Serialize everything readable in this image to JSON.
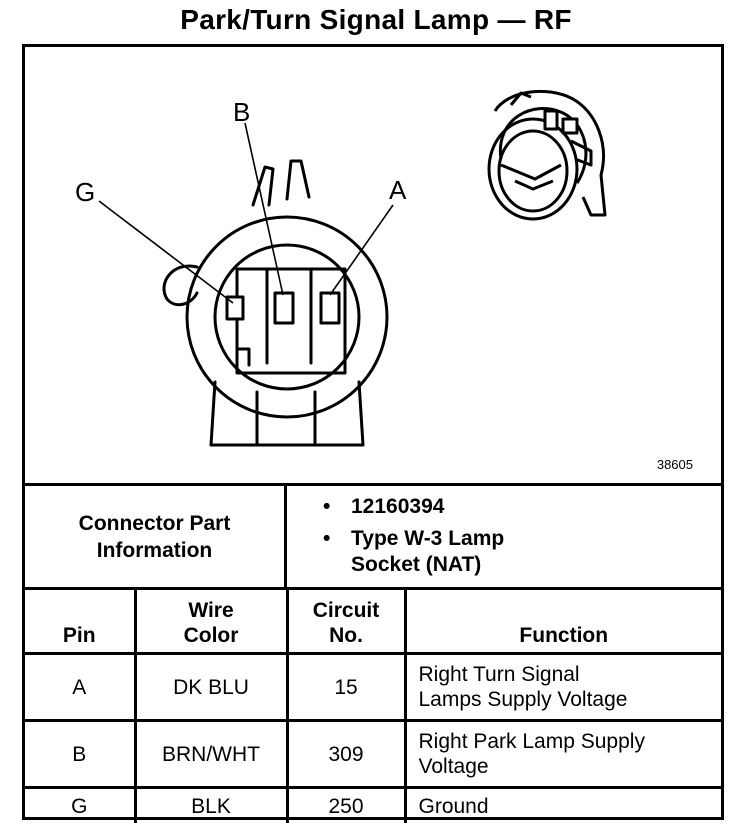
{
  "title": "Park/Turn Signal Lamp — RF",
  "figure_number": "38605",
  "pin_callouts": {
    "a": "A",
    "b": "B",
    "g": "G"
  },
  "connector_info": {
    "label_line1": "Connector Part",
    "label_line2": "Information",
    "items": [
      {
        "bullet": "•",
        "line1": "12160394",
        "line2": ""
      },
      {
        "bullet": "•",
        "line1": "Type W-3 Lamp",
        "line2": "Socket (NAT)"
      }
    ]
  },
  "table": {
    "headers": {
      "pin": "Pin",
      "wire_line1": "Wire",
      "wire_line2": "Color",
      "circuit_line1": "Circuit",
      "circuit_line2": "No.",
      "function": "Function"
    },
    "rows": [
      {
        "pin": "A",
        "wire": "DK BLU",
        "circuit": "15",
        "function_line1": "Right Turn Signal",
        "function_line2": "Lamps Supply Voltage"
      },
      {
        "pin": "B",
        "wire": "BRN/WHT",
        "circuit": "309",
        "function_line1": "Right Park Lamp Supply",
        "function_line2": "Voltage"
      },
      {
        "pin": "G",
        "wire": "BLK",
        "circuit": "250",
        "function_line1": "Ground",
        "function_line2": ""
      }
    ]
  }
}
